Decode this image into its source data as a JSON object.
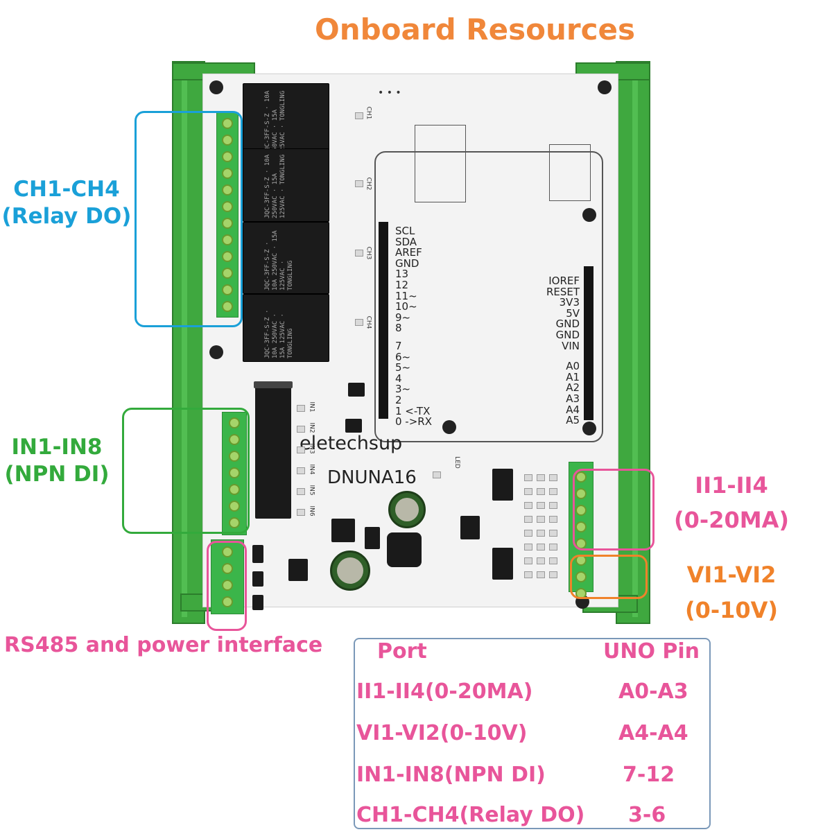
{
  "title": "Onboard Resources",
  "labels": {
    "relay": {
      "line1": "CH1-CH4",
      "line2": "(Relay DO)"
    },
    "di": {
      "line1": "IN1-IN8",
      "line2": "(NPN DI)"
    },
    "ii": {
      "line1": "II1-II4",
      "line2": "(0-20MA)"
    },
    "vi": {
      "line1": "VI1-VI2",
      "line2": "(0-10V)"
    },
    "rs485": "RS485 and power interface"
  },
  "colors": {
    "title": "#f0873a",
    "relay": "#1aa0d8",
    "di": "#33aa3c",
    "pink": "#e8559a",
    "orange": "#f0822a",
    "table_border": "#7a98b8"
  },
  "board": {
    "brand": "eletechsup",
    "model": "DNUNA16",
    "relay_channels": [
      "CH1",
      "CH2",
      "CH3",
      "CH4"
    ],
    "relay_marking": [
      "TONGLING",
      "10A 250VAC",
      "15A 125VAC",
      "JQC-3FF-S-Z"
    ],
    "left_header_pins": [
      "SCL",
      "SDA",
      "AREF",
      "GND",
      "13",
      "12",
      "11~",
      "10~",
      "9~",
      "8",
      "7",
      "6~",
      "5~",
      "4",
      "3~",
      "2",
      "1 <-TX",
      "0 ->RX"
    ],
    "right_header_pins": [
      "IOREF",
      "RESET",
      "3V3",
      "5V",
      "GND",
      "GND",
      "VIN",
      "A0",
      "A1",
      "A2",
      "A3",
      "A4",
      "A5"
    ],
    "led_label": "LED",
    "di_labels": [
      "IN1",
      "IN2",
      "IN3",
      "IN4",
      "IN5",
      "IN6"
    ]
  },
  "table": {
    "headers": [
      "Port",
      "UNO Pin"
    ],
    "rows": [
      {
        "port": "II1-II4(0-20MA)",
        "pin": "A0-A3"
      },
      {
        "port": "VI1-VI2(0-10V)",
        "pin": "A4-A4"
      },
      {
        "port": "IN1-IN8(NPN DI)",
        "pin": "7-12"
      },
      {
        "port": "CH1-CH4(Relay DO)",
        "pin": "3-6"
      }
    ]
  }
}
